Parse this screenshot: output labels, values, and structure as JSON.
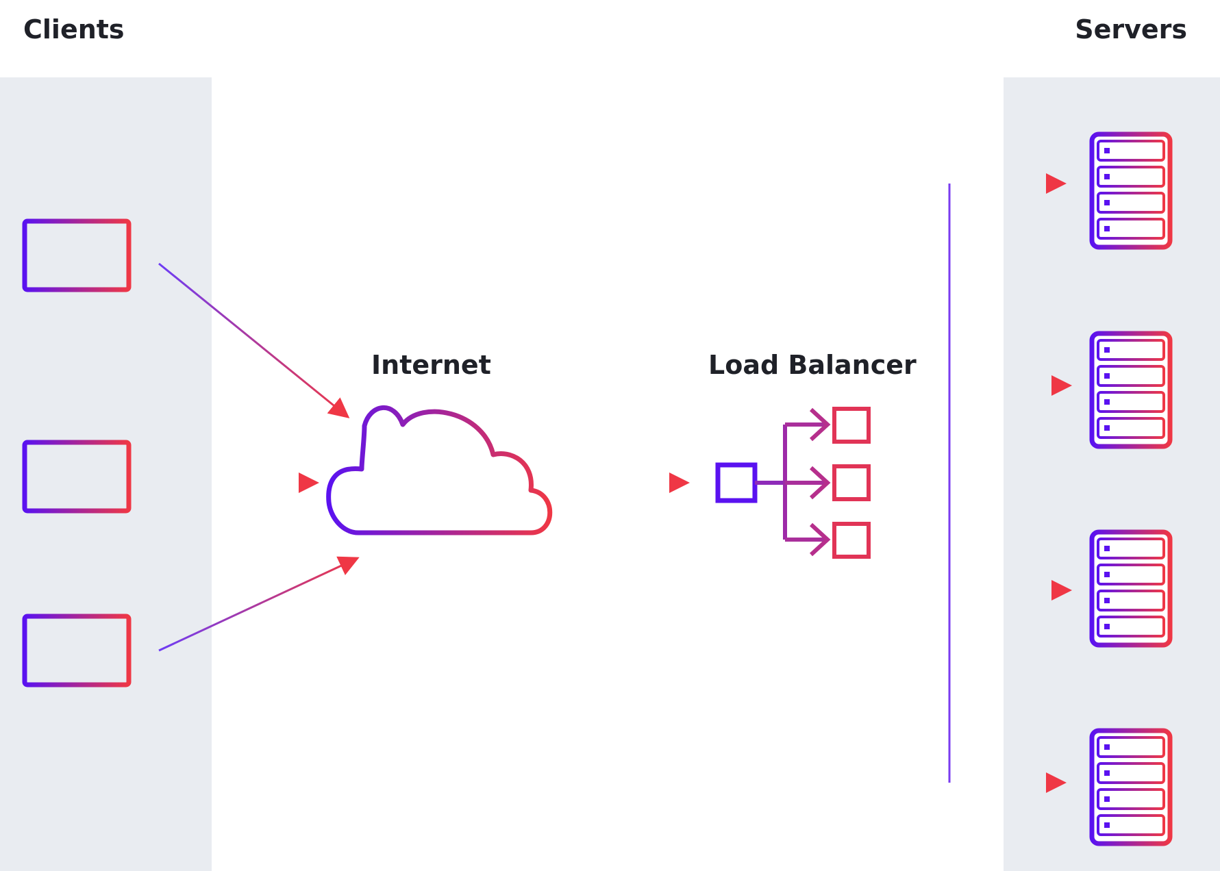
{
  "labels": {
    "clients": "Clients",
    "servers": "Servers",
    "internet": "Internet",
    "load_balancer": "Load Balancer"
  },
  "colors": {
    "gradient_start": "#5a12f0",
    "gradient_end": "#ef3745",
    "panel_background": "#e9ecf1",
    "text": "#1f2128"
  },
  "icons": {
    "client": "laptop-icon",
    "internet": "cloud-icon",
    "load_balancer": "load-balancer-icon",
    "server": "server-rack-icon"
  }
}
